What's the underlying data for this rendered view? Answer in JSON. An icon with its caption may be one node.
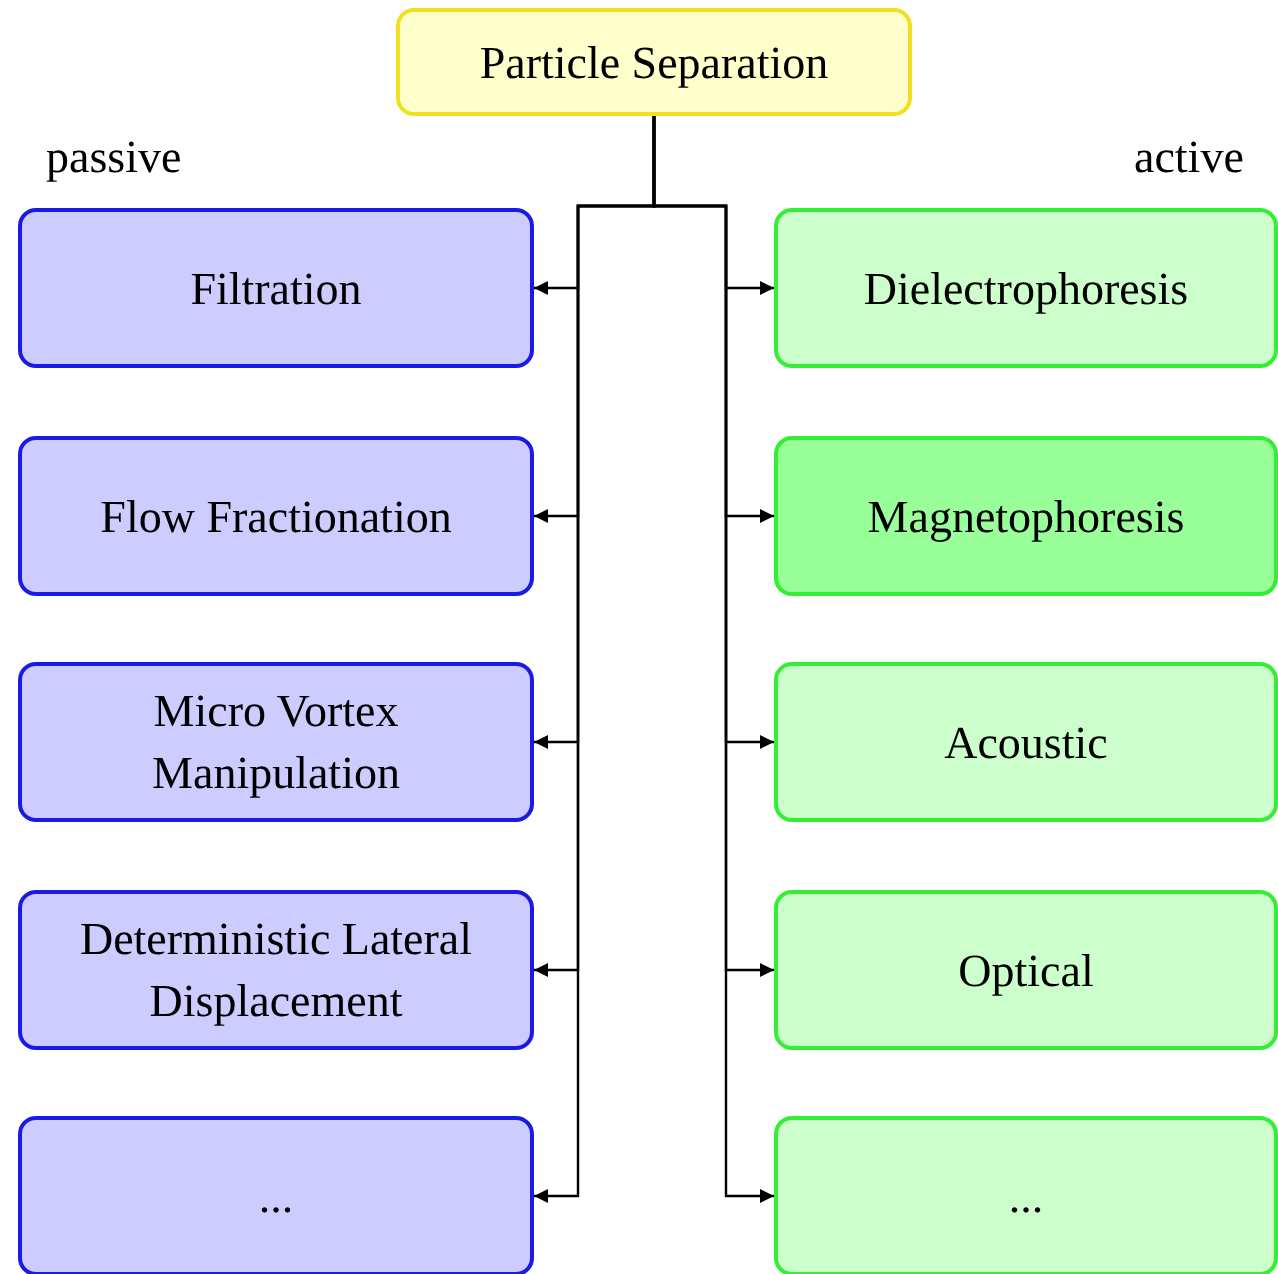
{
  "diagram": {
    "nodes": [
      {
        "text": [
          "Particle Separation"
        ]
      },
      {
        "text": [
          "Filtration"
        ]
      },
      {
        "text": [
          "Flow Fractionation"
        ]
      },
      {
        "text": [
          "Micro Vortex Manipulation"
        ]
      },
      {
        "text": [
          "Deterministic Lateral Displacement"
        ]
      },
      {
        "text": [
          "..."
        ]
      },
      {
        "text": [
          "Dielectrophoresis"
        ]
      },
      {
        "text": [
          "Magnetophoresis"
        ]
      },
      {
        "text": [
          "Acoustic"
        ]
      },
      {
        "text": [
          "Optical"
        ]
      },
      {
        "text": [
          "..."
        ]
      }
    ],
    "edges": [
      {
        "from": 0,
        "to": 1,
        "arrow": "to"
      },
      {
        "from": 0,
        "to": 2,
        "arrow": "to"
      },
      {
        "from": 0,
        "to": 3,
        "arrow": "to"
      },
      {
        "from": 0,
        "to": 4,
        "arrow": "to"
      },
      {
        "from": 0,
        "to": 5,
        "arrow": "to"
      },
      {
        "from": 0,
        "to": 6,
        "arrow": "to"
      },
      {
        "from": 0,
        "to": 7,
        "arrow": "to"
      },
      {
        "from": 0,
        "to": 8,
        "arrow": "to"
      },
      {
        "from": 0,
        "to": 9,
        "arrow": "to"
      },
      {
        "from": 0,
        "to": 10,
        "arrow": "to"
      }
    ],
    "labels": [
      "passive",
      "active"
    ]
  }
}
